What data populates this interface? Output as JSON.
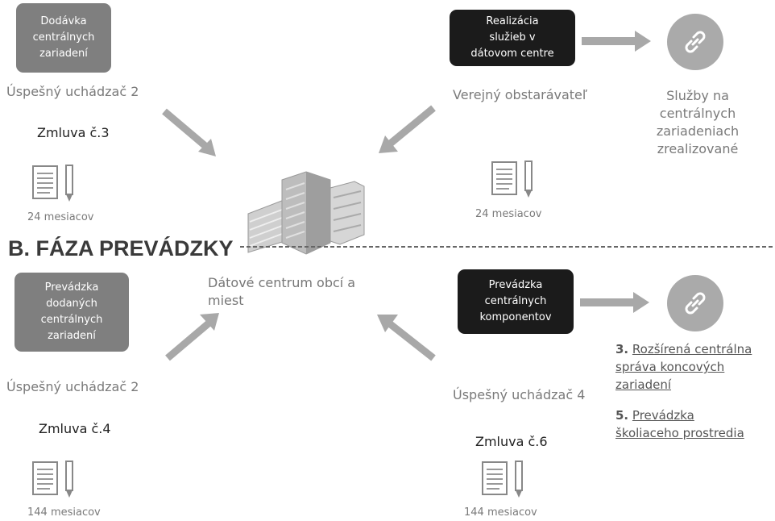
{
  "boxes": {
    "box1": "Dodávka\ncentrálnych\nzariadení",
    "box2": "Realizácia\nslužieb v\ndátovom centre",
    "box3": "Prevádzka\ndodaných\ncentrálnych\nzariadení",
    "box4": "Prevádzka\ncentrálnych\nkomponentov"
  },
  "labels": {
    "bidder_top_left": "Úspešný uchádzač 2",
    "contract_top_left": "Zmluva č.3",
    "duration_top_left": "24 mesiacov",
    "bidder_top_right": "Verejný obstarávateľ",
    "duration_top_right": "24 mesiacov",
    "services_done": "Služby na\ncentrálnych\nzariadeniach\nzrealizované",
    "phase_title": "B. FÁZA PREVÁDZKY",
    "data_center": "Dátové centrum obcí a\nmiest",
    "bidder_bottom_left": "Úspešný uchádzač 2",
    "contract_bottom_left": "Zmluva č.4",
    "duration_bottom_left": "144 mesiacov",
    "bidder_bottom_right": "Úspešný uchádzač 4",
    "contract_bottom_right": "Zmluva č.6",
    "duration_bottom_right": "144 mesiacov"
  },
  "links": {
    "link1_num": "3.",
    "link1_text": "Rozšírená centrálna\nspráva koncových\nzariadení",
    "link2_num": "5.",
    "link2_text": "Prevádzka\nškoliaceho prostredia"
  },
  "colors": {
    "box_gray": "#7f7f7f",
    "box_dark": "#1b1b1b",
    "arrow": "#a8a8a8",
    "circle": "#aaaaaa"
  }
}
